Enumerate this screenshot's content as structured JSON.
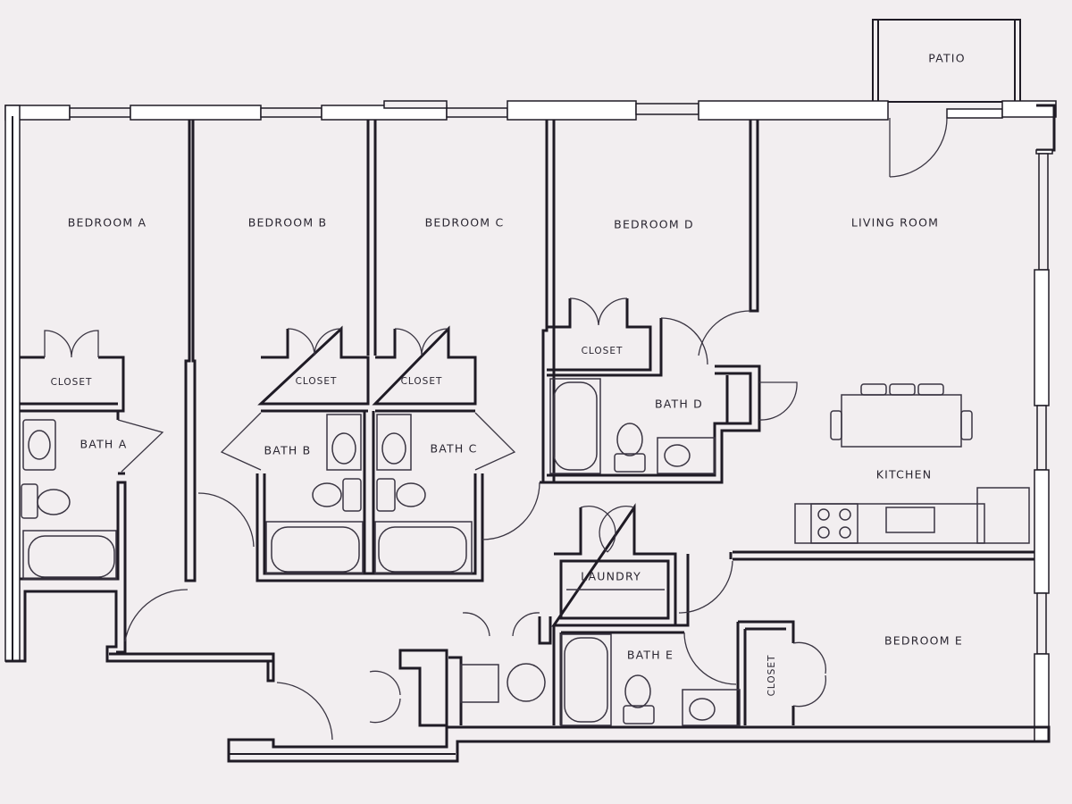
{
  "plan": {
    "rooms": {
      "patio": "PATIO",
      "bedroom_a": "BEDROOM A",
      "bedroom_b": "BEDROOM B",
      "bedroom_c": "BEDROOM C",
      "bedroom_d": "BEDROOM D",
      "bedroom_e": "BEDROOM E",
      "living_room": "LIVING ROOM",
      "kitchen": "KITCHEN",
      "laundry": "LAUNDRY",
      "bath_a": "BATH A",
      "bath_b": "BATH B",
      "bath_c": "BATH C",
      "bath_d": "BATH D",
      "bath_e": "BATH E",
      "closet_a": "CLOSET",
      "closet_b": "CLOSET",
      "closet_c": "CLOSET",
      "closet_d": "CLOSET",
      "closet_e": "CLOSET"
    },
    "colors": {
      "background": "#f2eef0",
      "wall": "#1f1b25"
    }
  }
}
